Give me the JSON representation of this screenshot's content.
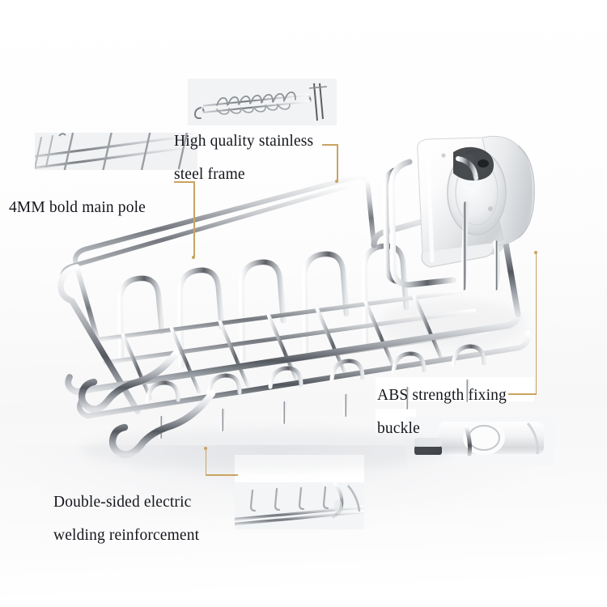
{
  "image": {
    "subject": "stainless steel sink caddy / sponge holder rack with ABS clip",
    "background_color": "#fafafa",
    "leader_line_color": "#c9a461",
    "text_color": "#14161c"
  },
  "callouts": [
    {
      "id": "stainless",
      "label": "High quality stainless\nsteel frame",
      "leader": "elbow-down-right"
    },
    {
      "id": "pole",
      "label": "4MM bold main pole",
      "leader": "elbow-down-right"
    },
    {
      "id": "abs",
      "label": "ABS strength fixing\nbuckle",
      "leader": "elbow-down-left"
    },
    {
      "id": "welding",
      "label": "Double-sided electric\nwelding reinforcement",
      "leader": "elbow-down-left"
    }
  ],
  "insets": [
    {
      "id": "top-rack",
      "caption_for": "stainless"
    },
    {
      "id": "wire-grid",
      "caption_for": "stainless"
    },
    {
      "id": "weld-detail",
      "caption_for": "welding"
    },
    {
      "id": "buckle-detail",
      "caption_for": "abs"
    }
  ]
}
